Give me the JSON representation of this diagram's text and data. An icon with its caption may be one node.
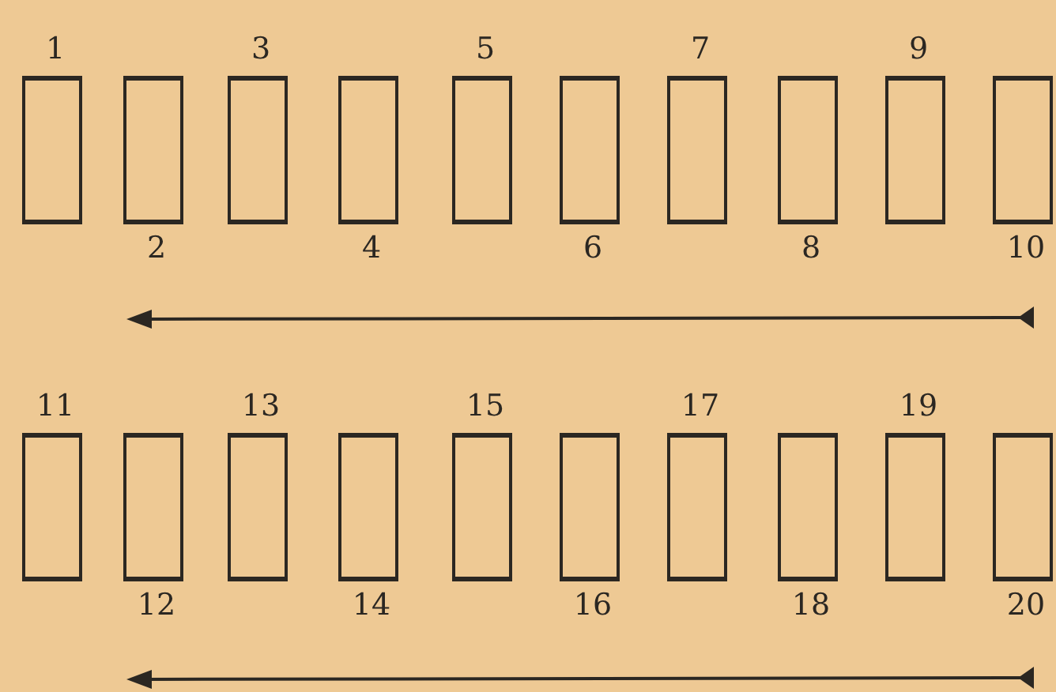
{
  "diagram": {
    "nodes": [
      {
        "text": [
          "1"
        ]
      },
      {
        "text": [
          "2"
        ]
      },
      {
        "text": [
          "3"
        ]
      },
      {
        "text": [
          "4"
        ]
      },
      {
        "text": [
          "5"
        ]
      },
      {
        "text": [
          "6"
        ]
      },
      {
        "text": [
          "7"
        ]
      },
      {
        "text": [
          "8"
        ]
      },
      {
        "text": [
          "9"
        ]
      },
      {
        "text": [
          "10"
        ]
      },
      {
        "text": [
          "11"
        ]
      },
      {
        "text": [
          "12"
        ]
      },
      {
        "text": [
          "13"
        ]
      },
      {
        "text": [
          "14"
        ]
      },
      {
        "text": [
          "15"
        ]
      },
      {
        "text": [
          "16"
        ]
      },
      {
        "text": [
          "17"
        ]
      },
      {
        "text": [
          "18"
        ]
      },
      {
        "text": [
          "19"
        ]
      },
      {
        "text": [
          "20"
        ]
      }
    ]
  }
}
